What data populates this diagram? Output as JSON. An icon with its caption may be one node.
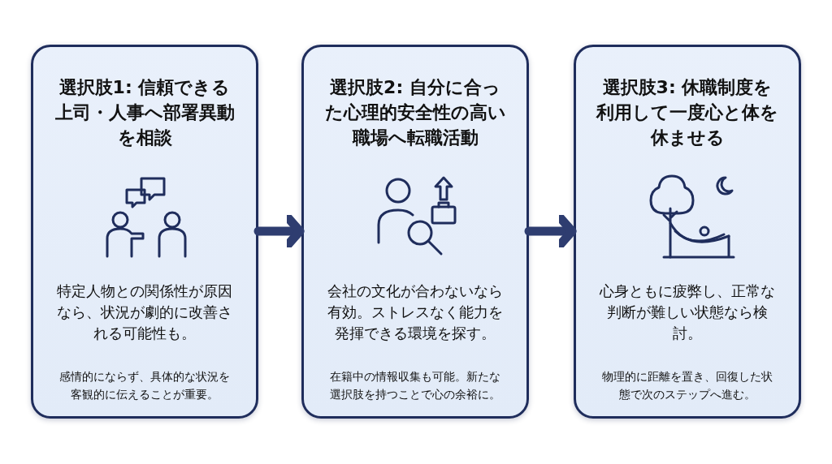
{
  "diagram": {
    "nodes": [
      {
        "text": [
          "選択肢1: 信頼できる上司・人事へ部署異動を相談",
          "特定人物との関係性が原因なら、状況が劇的に改善される可能性も。",
          "感情的にならず、具体的な状況を客観的に伝えることが重要。"
        ]
      },
      {
        "text": [
          "選択肢2: 自分に合った心理的安全性の高い職場へ転職活動",
          "会社の文化が合わないなら有効。ストレスなく能力を発揮できる環境を探す。",
          "在籍中の情報収集も可能。新たな選択肢を持つことで心の余裕に。"
        ]
      },
      {
        "text": [
          "選択肢3: 休職制度を利用して一度心と体を休ませる",
          "心身ともに疲弊し、正常な判断が難しい状態なら検討。",
          "物理的に距離を置き、回復した状態で次のステップへ進む。"
        ]
      }
    ],
    "edges": [
      {
        "from": 0,
        "to": 1,
        "arrow": "to"
      },
      {
        "from": 1,
        "to": 2,
        "arrow": "to"
      }
    ]
  }
}
